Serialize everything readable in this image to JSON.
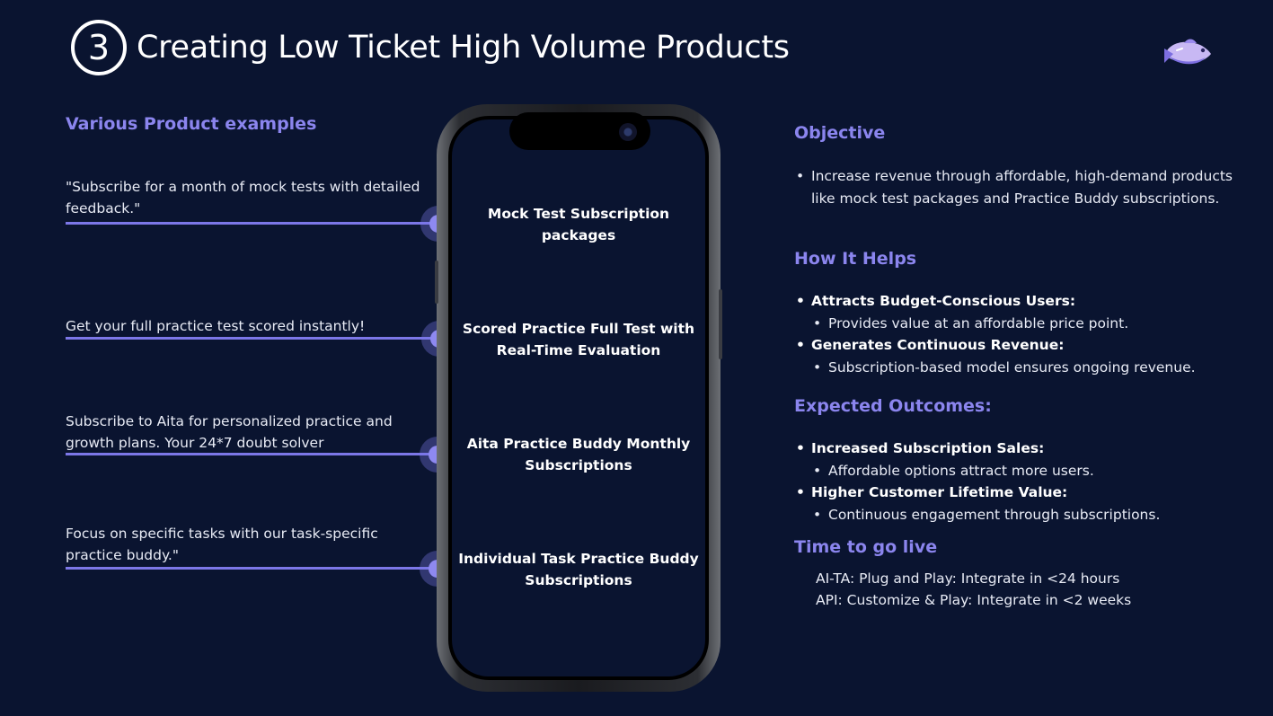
{
  "header": {
    "step_number": "3",
    "title": "Creating Low Ticket High Volume Products"
  },
  "left": {
    "heading": "Various Product examples",
    "quotes": [
      "\"Subscribe for a month of mock tests with detailed feedback.\"",
      "Get your full practice test scored instantly!",
      "Subscribe to Aita for personalized practice and growth plans. Your 24*7 doubt solver",
      "Focus on specific tasks with our task-specific practice buddy.\""
    ]
  },
  "phone": {
    "items": [
      "Mock Test Subscription packages",
      "Scored Practice Full Test with Real-Time Evaluation",
      "Aita Practice Buddy Monthly Subscriptions",
      "Individual Task Practice Buddy Subscriptions"
    ]
  },
  "right": {
    "objective": {
      "heading": "Objective",
      "text": "Increase revenue through affordable, high-demand products like mock test packages and Practice Buddy subscriptions."
    },
    "helps": {
      "heading": "How It Helps",
      "items": [
        {
          "title": "Attracts Budget-Conscious Users:",
          "sub": "Provides value at an affordable price point."
        },
        {
          "title": "Generates Continuous Revenue:",
          "sub": "Subscription-based model ensures ongoing revenue."
        }
      ]
    },
    "outcomes": {
      "heading": "Expected Outcomes:",
      "items": [
        {
          "title": "Increased Subscription Sales:",
          "sub": "Affordable options attract more users."
        },
        {
          "title": "Higher Customer Lifetime Value:",
          "sub": "Continuous engagement through subscriptions."
        }
      ]
    },
    "live": {
      "heading": "Time to go live",
      "lines": [
        "AI-TA: Plug and Play: Integrate in <24 hours",
        "API: Customize & Play: Integrate in <2 weeks"
      ]
    }
  },
  "colors": {
    "background": "#0a1430",
    "accent": "#8b85ee"
  },
  "icons": {
    "logo": "fish-logo-icon"
  }
}
